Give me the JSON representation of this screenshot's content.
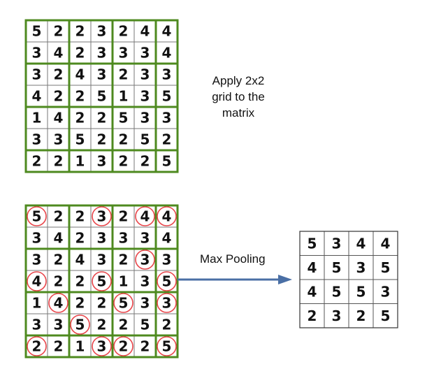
{
  "top_matrix": {
    "cells": [
      [
        5,
        2,
        2,
        3,
        2,
        4,
        4
      ],
      [
        3,
        4,
        2,
        3,
        3,
        3,
        4
      ],
      [
        3,
        2,
        4,
        3,
        2,
        3,
        3
      ],
      [
        4,
        2,
        2,
        5,
        1,
        3,
        5
      ],
      [
        1,
        4,
        2,
        2,
        5,
        3,
        3
      ],
      [
        3,
        3,
        5,
        2,
        2,
        5,
        2
      ],
      [
        2,
        2,
        1,
        3,
        2,
        2,
        5
      ]
    ]
  },
  "bottom_matrix": {
    "cells": [
      [
        5,
        2,
        2,
        3,
        2,
        4,
        4
      ],
      [
        3,
        4,
        2,
        3,
        3,
        3,
        4
      ],
      [
        3,
        2,
        4,
        3,
        2,
        3,
        3
      ],
      [
        4,
        2,
        2,
        5,
        1,
        3,
        5
      ],
      [
        1,
        4,
        2,
        2,
        5,
        3,
        3
      ],
      [
        3,
        3,
        5,
        2,
        2,
        5,
        2
      ],
      [
        2,
        2,
        1,
        3,
        2,
        2,
        5
      ]
    ],
    "circled": [
      [
        0,
        0
      ],
      [
        0,
        3
      ],
      [
        0,
        5
      ],
      [
        0,
        6
      ],
      [
        2,
        5
      ],
      [
        3,
        0
      ],
      [
        3,
        3
      ],
      [
        3,
        6
      ],
      [
        4,
        1
      ],
      [
        4,
        4
      ],
      [
        4,
        6
      ],
      [
        5,
        2
      ],
      [
        6,
        0
      ],
      [
        6,
        3
      ],
      [
        6,
        4
      ],
      [
        6,
        6
      ]
    ]
  },
  "pooled_matrix": {
    "cells": [
      [
        5,
        3,
        4,
        4
      ],
      [
        4,
        5,
        3,
        5
      ],
      [
        4,
        5,
        5,
        3
      ],
      [
        2,
        3,
        2,
        5
      ]
    ]
  },
  "captions": {
    "apply_grid": "Apply 2x2\ngrid to the\nmatrix",
    "max_pooling": "Max Pooling"
  },
  "colors": {
    "grid_green": "#4e8a1f",
    "circle_red": "#e8454a",
    "arrow_blue": "#4a6fa5",
    "cell_line": "#777777"
  }
}
